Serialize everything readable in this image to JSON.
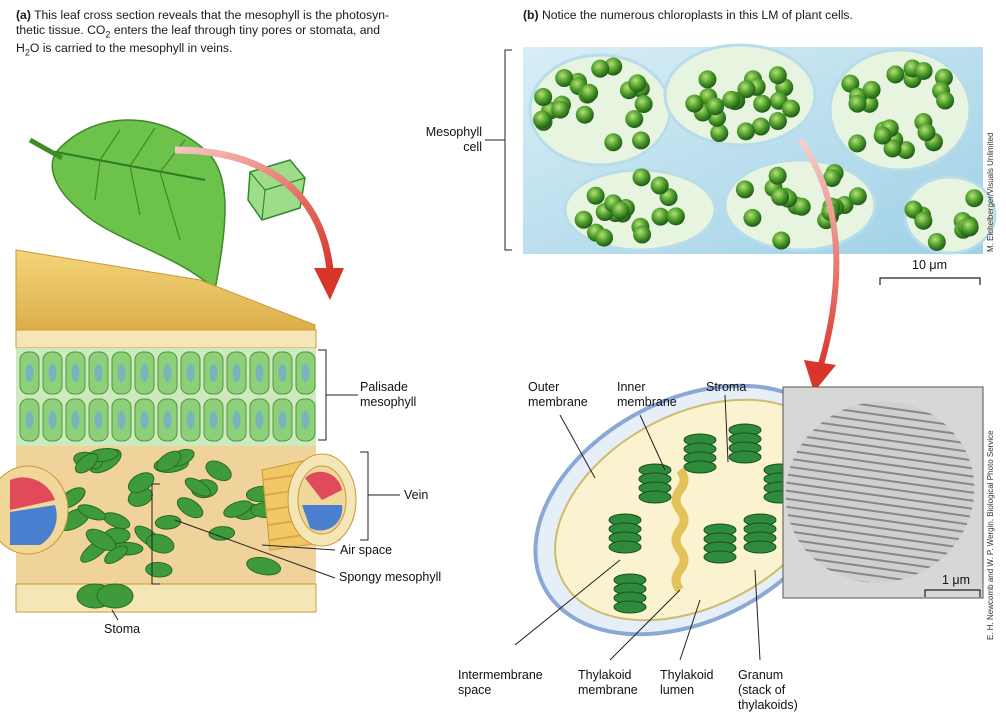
{
  "panel_a": {
    "caption_part": "(a)",
    "caption_line1": "This leaf cross section reveals that the mesophyll is the photosyn-",
    "caption_line2_pre": "thetic tissue. CO",
    "caption_line2_sub": "2",
    "caption_line2_post": " enters the leaf through tiny pores or stomata, and",
    "caption_line3_pre": "H",
    "caption_line3_sub": "2",
    "caption_line3_post": "O is carried to the mesophyll in veins.",
    "labels": {
      "palisade_1": "Palisade",
      "palisade_2": "mesophyll",
      "vein": "Vein",
      "air_space": "Air space",
      "spongy": "Spongy mesophyll",
      "stoma": "Stoma"
    }
  },
  "panel_b": {
    "caption_part": "(b)",
    "caption_text": "Notice the numerous chloroplasts in this LM of plant cells.",
    "labels": {
      "mesophyll_1": "Mesophyll",
      "mesophyll_2": "cell",
      "scale_top": "10 μm",
      "scale_bottom": "1 μm",
      "outer_1": "Outer",
      "outer_2": "membrane",
      "inner_1": "Inner",
      "inner_2": "membrane",
      "stroma": "Stroma",
      "intermembrane_1": "Intermembrane",
      "intermembrane_2": "space",
      "thylakoid_membrane_1": "Thylakoid",
      "thylakoid_membrane_2": "membrane",
      "thylakoid_lumen_1": "Thylakoid",
      "thylakoid_lumen_2": "lumen",
      "granum_1": "Granum",
      "granum_2": "(stack of",
      "granum_3": "thylakoids)"
    },
    "credits": {
      "lm": "M. Eichelberger/Visuals Unlimited",
      "em": "E. H. Newcomb and W. P. Wergin, Biological Photo Service"
    }
  },
  "colors": {
    "leaf_green": "#5cb85c",
    "chloroplast_green": "#2e8b3e",
    "arrow_red": "#d9362b",
    "leaf_tan": "#e8c76a"
  }
}
